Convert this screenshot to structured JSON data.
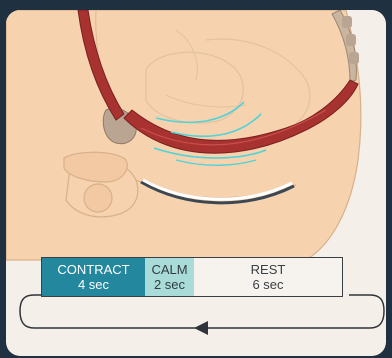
{
  "timer": {
    "phases": [
      {
        "label": "CONTRACT",
        "duration": "4 sec",
        "color": "#23879e"
      },
      {
        "label": "CALM",
        "duration": "2 sec",
        "color": "#a9dcd8"
      },
      {
        "label": "REST",
        "duration": "6 sec",
        "color": "#f6f2ee"
      }
    ]
  },
  "colors": {
    "background": "#1f3140",
    "card": "#f5efea",
    "muscle": "#a8322f",
    "bone": "#b9a591",
    "motion_lines": "#4fd3d8"
  },
  "icons": [
    "pelvic-anatomy-illustration",
    "cycle-arrow-icon"
  ]
}
